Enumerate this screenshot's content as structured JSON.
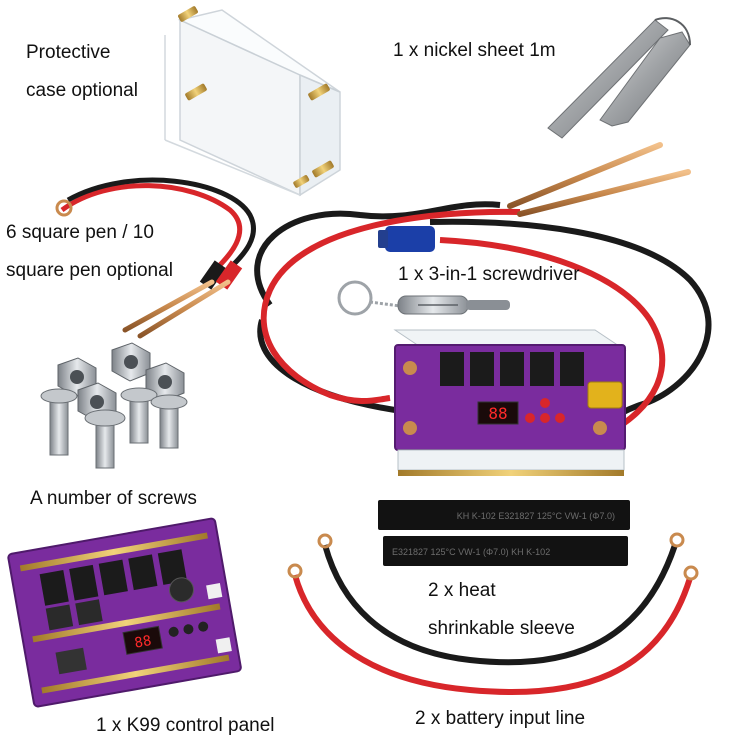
{
  "labels": {
    "case_line1": "Protective",
    "case_line2": "case optional",
    "nickel": "1 x nickel sheet 1m",
    "pen_line1": "6 square pen / 10",
    "pen_line2": "square pen optional",
    "screwdriver": "1 x 3-in-1 screwdriver",
    "screws": "A number of screws",
    "sleeve_line1": "2 x heat",
    "sleeve_line2": "shrinkable sleeve",
    "control_panel": "1 x K99 control panel",
    "battery_line": "2 x battery input line"
  },
  "colors": {
    "pcb_purple": "#7a2c9e",
    "wire_red": "#d8262a",
    "wire_black": "#1a1a1a",
    "copper": "#c98a4e",
    "connector_yellow": "#e2b21c",
    "connector_blue": "#1b3fa8",
    "display_red": "#ff2a2a",
    "screw_steel": "#b8bcc2"
  },
  "icons": {
    "case": "acrylic-case-icon",
    "nickel": "nickel-strip-icon",
    "pen": "welding-pen-icon",
    "screwdriver": "screwdriver-keychain-icon",
    "screws": "screws-nuts-icon",
    "welder": "assembled-welder-icon",
    "sleeve": "heat-shrink-sleeve-icon",
    "panel": "k99-control-board-icon",
    "battery_line": "battery-cable-icon"
  },
  "print": {
    "sleeve_text_1": "KH K-102 E321827 125°C VW-1 (Φ7.0)",
    "sleeve_text_2": "E321827 125°C VW-1 (Φ7.0) KH K-102",
    "display_digits": "88"
  }
}
